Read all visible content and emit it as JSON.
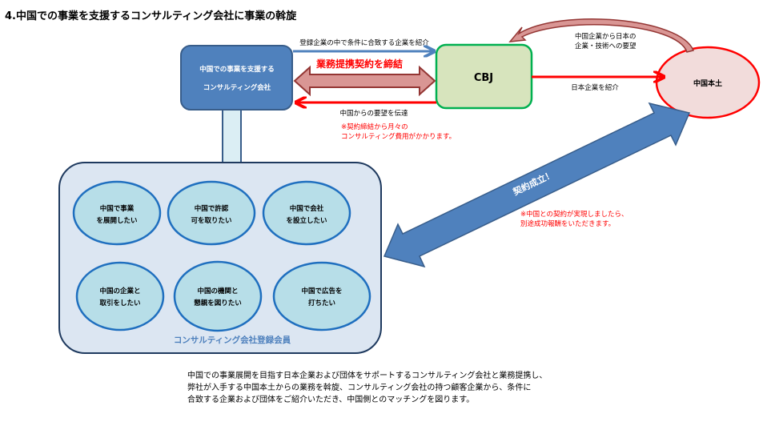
{
  "title": "4.中国での事業を支援するコンサルティング会社に事業の斡旋",
  "nodes": {
    "consulting": {
      "line1": "中国での事業を支援する",
      "line2": "コンサルティング会社"
    },
    "cbj": {
      "label": "CBJ"
    },
    "china": {
      "label": "中国本土"
    }
  },
  "edges": {
    "introduce_companies": "登録企業の中で条件に合致する企業を紹介",
    "partnership": "業務提携契約を締結",
    "relay_requests": "中国からの要望を伝達",
    "monthly_fee_note": [
      "※契約締結から月々の",
      "コンサルティング費用がかかります。"
    ],
    "china_requests": [
      "中国企業から日本の",
      "企業・技術への要望"
    ],
    "introduce_japan": "日本企業を紹介",
    "contract_success": "契約成立！",
    "success_fee_note": [
      "※中国との契約が実現しましたら、",
      "別途成功報酬をいただきます。"
    ]
  },
  "members": {
    "label": "コンサルティング会社登録会員",
    "ovals": [
      [
        "中国で事業",
        "を展開したい"
      ],
      [
        "中国で許認",
        "可を取りたい"
      ],
      [
        "中国で会社",
        "を設立したい"
      ],
      [
        "中国の企業と",
        "取引をしたい"
      ],
      [
        "中国の機関と",
        "懇親を図りたい"
      ],
      [
        "中国で広告を",
        "打ちたい"
      ]
    ]
  },
  "description": [
    "中国での事業展開を目指す日本企業および団体をサポートするコンサルティング会社と業務提携し、",
    "弊社が入手する中国本土からの業務を斡旋、コンサルティング会社の持つ顧客企業から、条件に",
    "合致する企業および団体をご紹介いただき、中国側とのマッチングを図ります。"
  ],
  "colors": {
    "consulting_fill": "#4f81bd",
    "cbj_fill": "#d7e4bd",
    "cbj_border": "#00b050",
    "china_fill": "#f2dcdb",
    "china_border": "#ff0000",
    "accent_red": "#ff0000",
    "partnership_fill": "#d99694",
    "partnership_border": "#943634"
  }
}
